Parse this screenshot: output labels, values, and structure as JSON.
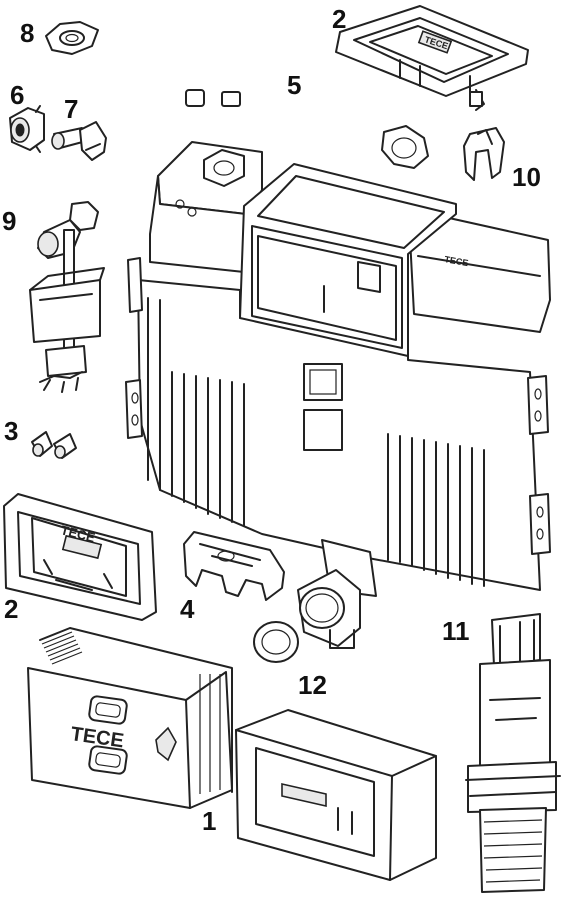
{
  "labels": {
    "n1": "1",
    "n2_top": "2",
    "n2_left": "2",
    "n3": "3",
    "n4": "4",
    "n5": "5",
    "n6": "6",
    "n7": "7",
    "n8": "8",
    "n9": "9",
    "n10": "10",
    "n11": "11",
    "n12": "12"
  },
  "logo_text": "TECE",
  "colors": {
    "line": "#222222",
    "background": "#ffffff"
  }
}
